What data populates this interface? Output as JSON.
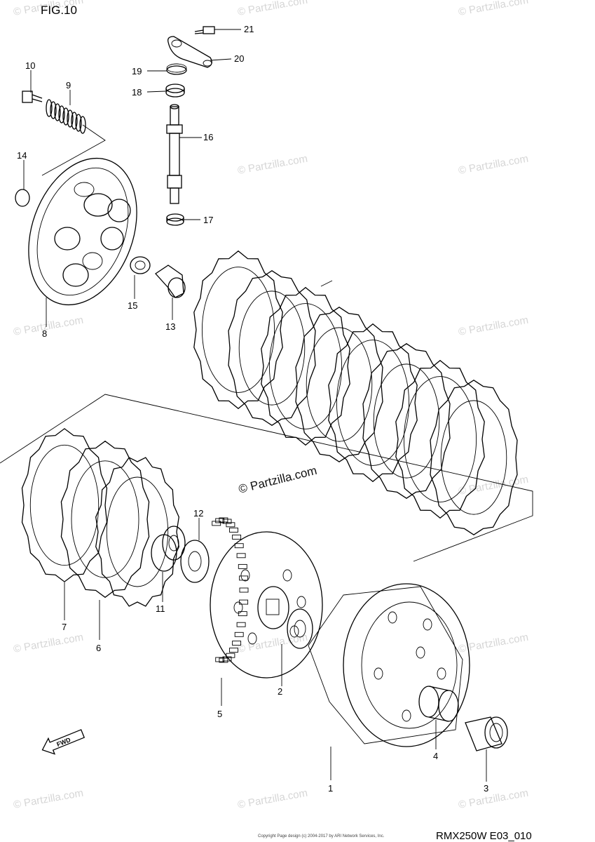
{
  "figure": {
    "title": "FIG.10",
    "model_code": "RMX250W E03_010",
    "copyright": "Copyright Page design (c) 2004-2017 by ARI Network Services, Inc."
  },
  "watermark": {
    "text": "© Partzilla.com"
  },
  "callouts": [
    {
      "id": "c1",
      "label": "1"
    },
    {
      "id": "c2",
      "label": "2"
    },
    {
      "id": "c3",
      "label": "3"
    },
    {
      "id": "c4",
      "label": "4"
    },
    {
      "id": "c5",
      "label": "5"
    },
    {
      "id": "c6",
      "label": "6"
    },
    {
      "id": "c7",
      "label": "7"
    },
    {
      "id": "c8",
      "label": "8"
    },
    {
      "id": "c9",
      "label": "9"
    },
    {
      "id": "c10",
      "label": "10"
    },
    {
      "id": "c11",
      "label": "11"
    },
    {
      "id": "c12",
      "label": "12"
    },
    {
      "id": "c13",
      "label": "13"
    },
    {
      "id": "c14",
      "label": "14"
    },
    {
      "id": "c15",
      "label": "15"
    },
    {
      "id": "c16",
      "label": "16"
    },
    {
      "id": "c17",
      "label": "17"
    },
    {
      "id": "c18",
      "label": "18"
    },
    {
      "id": "c19",
      "label": "19"
    },
    {
      "id": "c20",
      "label": "20"
    },
    {
      "id": "c21",
      "label": "21"
    }
  ],
  "fwd_arrow": {
    "text": "FWD"
  }
}
